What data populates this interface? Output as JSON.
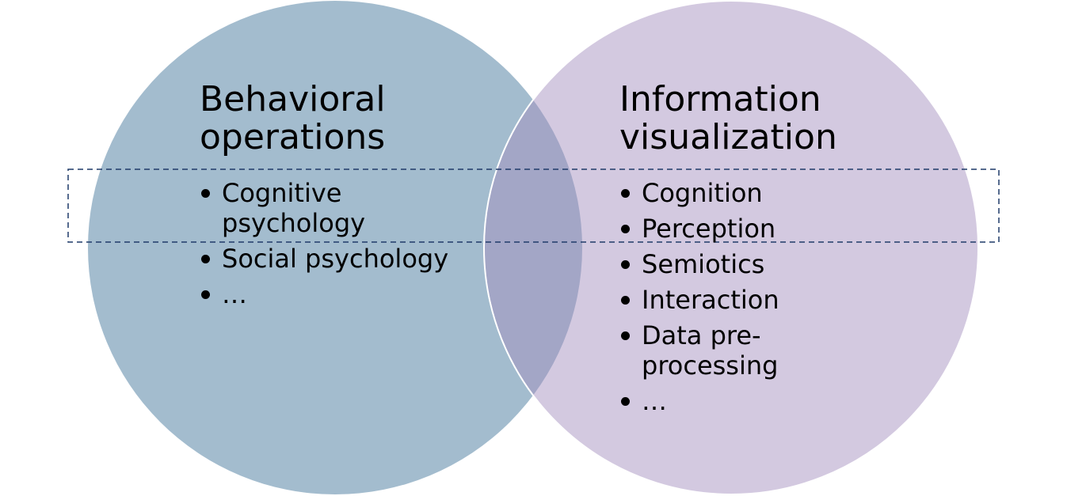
{
  "colors": {
    "left_circle": "#a3bcce",
    "right_circle": "#d3c9e0",
    "overlap": "#a3a6c6",
    "circle_outline": "#ffffff",
    "dashed_box": "#1f3a68"
  },
  "left": {
    "title_lines": [
      "Behavioral",
      "operations"
    ],
    "items": [
      {
        "lines": [
          "Cognitive",
          "psychology"
        ]
      },
      {
        "lines": [
          "Social psychology"
        ]
      },
      {
        "lines": [
          "…"
        ]
      }
    ]
  },
  "right": {
    "title_lines": [
      "Information",
      "visualization"
    ],
    "items": [
      {
        "lines": [
          "Cognition"
        ]
      },
      {
        "lines": [
          "Perception"
        ]
      },
      {
        "lines": [
          "Semiotics"
        ]
      },
      {
        "lines": [
          "Interaction"
        ]
      },
      {
        "lines": [
          "Data pre-",
          "processing"
        ]
      },
      {
        "lines": [
          "…"
        ]
      }
    ]
  }
}
